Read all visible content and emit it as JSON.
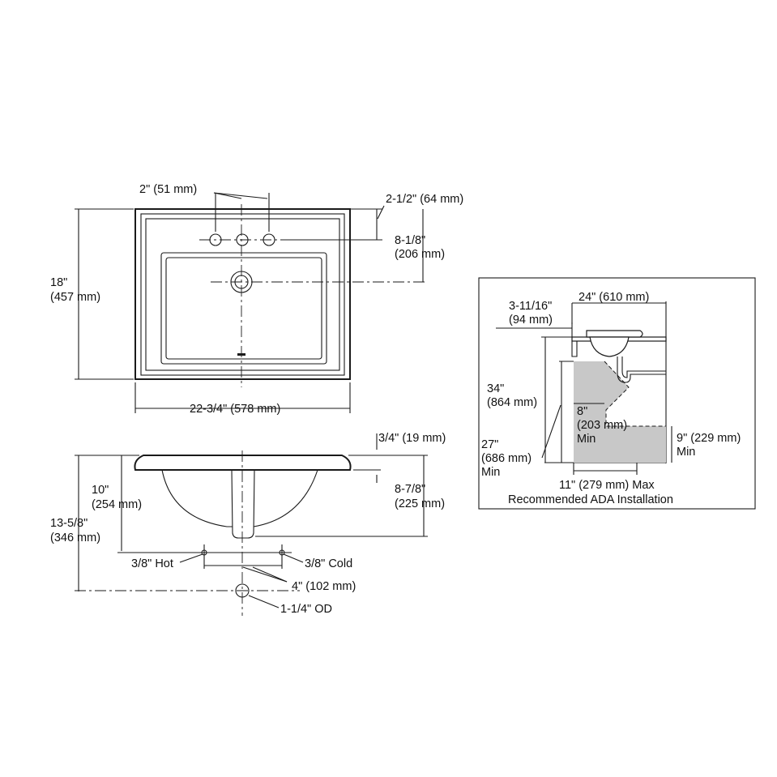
{
  "top_view": {
    "hole_spacing": "2\" (51 mm)",
    "rim_setback": "2-1/2\" (64 mm)",
    "drain_offset_in": "8-1/8\"",
    "drain_offset_mm": "(206 mm)",
    "depth_in": "18\"",
    "depth_mm": "(457 mm)",
    "width": "22-3/4\" (578 mm)"
  },
  "side_view": {
    "rim_thickness": "3/4\" (19 mm)",
    "bowl_depth_in": "10\"",
    "bowl_depth_mm": "(254 mm)",
    "drain_depth_in": "8-7/8\"",
    "drain_depth_mm": "(225 mm)",
    "overall_in": "13-5/8\"",
    "overall_mm": "(346 mm)",
    "hot": "3/8\" Hot",
    "cold": "3/8\" Cold",
    "supply_spacing": "4\" (102 mm)",
    "outlet": "1-1/4\" OD"
  },
  "ada": {
    "setback_in": "3-11/16\"",
    "setback_mm": "(94 mm)",
    "sink_depth": "24\" (610 mm)",
    "rim_height_in": "34\"",
    "rim_height_mm": "(864 mm)",
    "knee_depth_in": "8\"",
    "knee_depth_mm": "(203 mm)",
    "knee_depth_min": "Min",
    "knee_height_in": "27\"",
    "knee_height_mm": "(686 mm)",
    "knee_height_min": "Min",
    "toe_height_in": "9\" (229 mm)",
    "toe_height_min": "Min",
    "max_depth": "11\" (279 mm) Max",
    "caption": "Recommended ADA Installation"
  }
}
